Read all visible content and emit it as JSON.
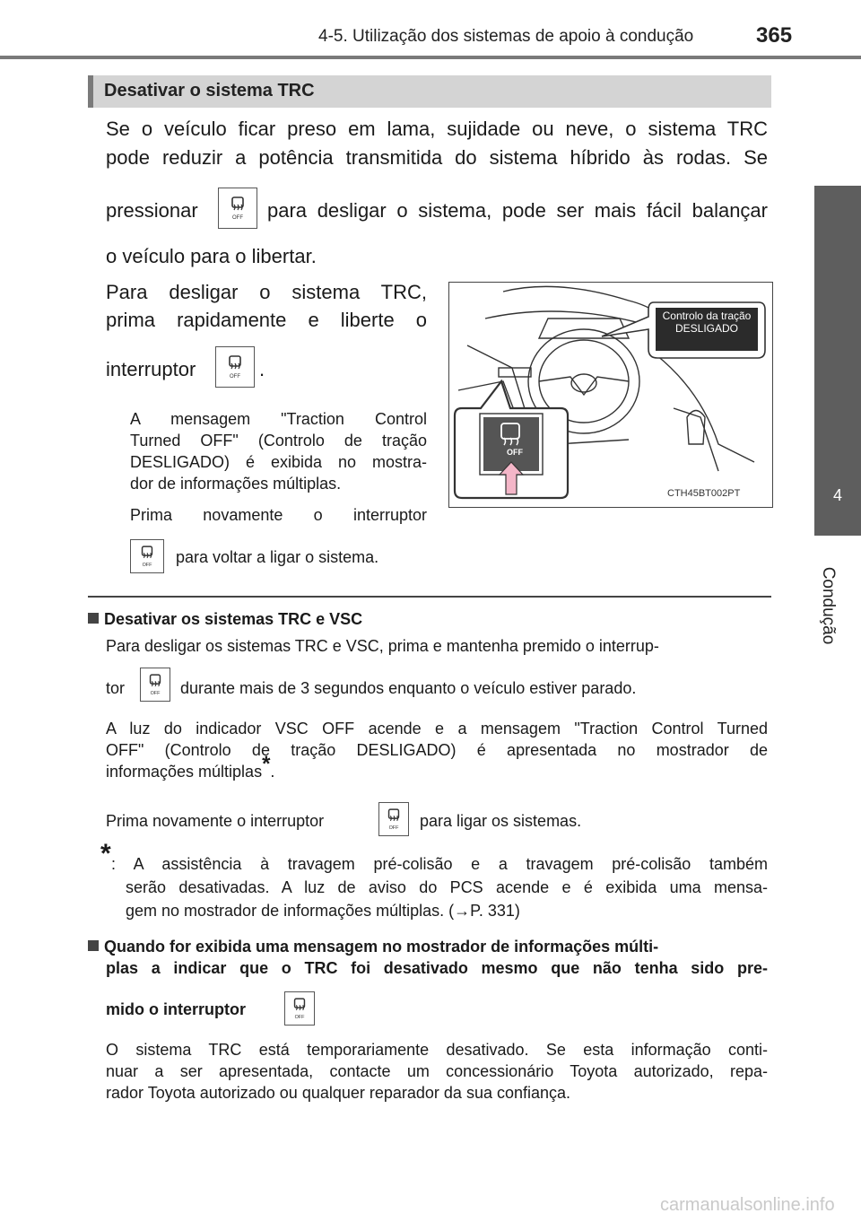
{
  "header": {
    "title": "4-5. Utilização dos sistemas de apoio à condução",
    "page_number": "365"
  },
  "side_tab": {
    "number": "4",
    "label": "Condução"
  },
  "section": {
    "title": "Desativar o sistema TRC",
    "intro_line1": "Se o veículo ficar preso em lama, sujidade ou neve, o sistema TRC",
    "intro_line2": "pode reduzir a potência transmitida do sistema híbrido às rodas. Se",
    "intro_line3a": "pressionar",
    "intro_line3b": "para desligar o sistema, pode ser mais fácil balançar",
    "intro_line4": "o veículo para o libertar.",
    "off_line1": "Para desligar o sistema TRC,",
    "off_line2": "prima rapidamente e liberte o",
    "off_line3": "interruptor",
    "off_line3_end": ".",
    "msg_line1": "A mensagem \"Traction Control",
    "msg_line2": "Turned OFF\" (Controlo de tração",
    "msg_line3": "DESLIGADO) é exibida no mostra-",
    "msg_line4": "dor de informações múltiplas.",
    "again_line1": "Prima novamente o interruptor",
    "again_line2": "para voltar a ligar o sistema."
  },
  "figure": {
    "callout_line1": "Controlo da tração",
    "callout_line2": "DESLIGADO",
    "code": "CTH45BT002PT",
    "button_label": "OFF"
  },
  "trc_vsc": {
    "heading": "Desativar os sistemas TRC e VSC",
    "line1": "Para desligar os sistemas TRC e VSC, prima e mantenha premido o interrup-",
    "line2a": "tor",
    "line2b": "durante mais de 3 segundos enquanto o veículo estiver parado.",
    "line3": "A luz do indicador VSC OFF acende e a mensagem \"Traction Control Turned",
    "line4": "OFF\" (Controlo de tração DESLIGADO) é apresentada no mostrador de",
    "line5": "informações múltiplas",
    "line5_mark": "*",
    "line5_end": ".",
    "line6a": "Prima novamente o interruptor",
    "line6b": "para ligar os sistemas."
  },
  "footnote": {
    "mark": "*",
    "line1": ": A assistência à travagem pré-colisão e a travagem pré-colisão também",
    "line2": "serão desativadas. A luz de aviso do PCS acende e é exibida uma mensa-",
    "line3": "gem no mostrador de informações múltiplas. (→P. 331)"
  },
  "message_section": {
    "heading_line1": "Quando for exibida uma mensagem no mostrador de informações múlti-",
    "heading_line2": "plas a indicar que o TRC foi desativado mesmo que não tenha sido pre-",
    "heading_line3": "mido o interruptor",
    "body_line1": "O sistema TRC está temporariamente desativado. Se esta informação conti-",
    "body_line2": "nuar a ser apresentada, contacte um concessionário Toyota autorizado, repa-",
    "body_line3": "rador Toyota autorizado ou qualquer reparador da sua confiança."
  },
  "watermark": "carmanualsonline.info"
}
